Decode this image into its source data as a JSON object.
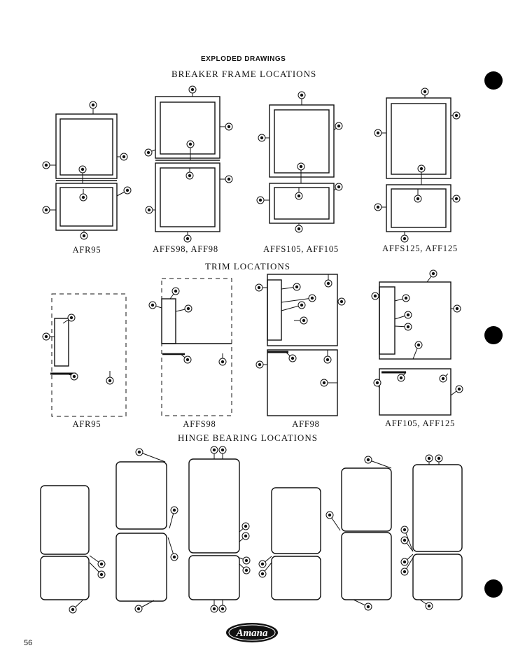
{
  "header": {
    "title": "EXPLODED DRAWINGS"
  },
  "sections": {
    "breaker": {
      "title": "BREAKER FRAME LOCATIONS",
      "labels": [
        "AFR95",
        "AFFS98, AFF98",
        "AFFS105, AFF105",
        "AFFS125, AFF125"
      ]
    },
    "trim": {
      "title": "TRIM LOCATIONS",
      "labels": [
        "AFR95",
        "AFFS98",
        "AFF98",
        "AFF105, AFF125"
      ]
    },
    "hinge": {
      "title": "HINGE BEARING LOCATIONS"
    }
  },
  "footer": {
    "page_number": "56",
    "logo": "Amana"
  },
  "colors": {
    "ink": "#111111",
    "paper": "#ffffff"
  }
}
